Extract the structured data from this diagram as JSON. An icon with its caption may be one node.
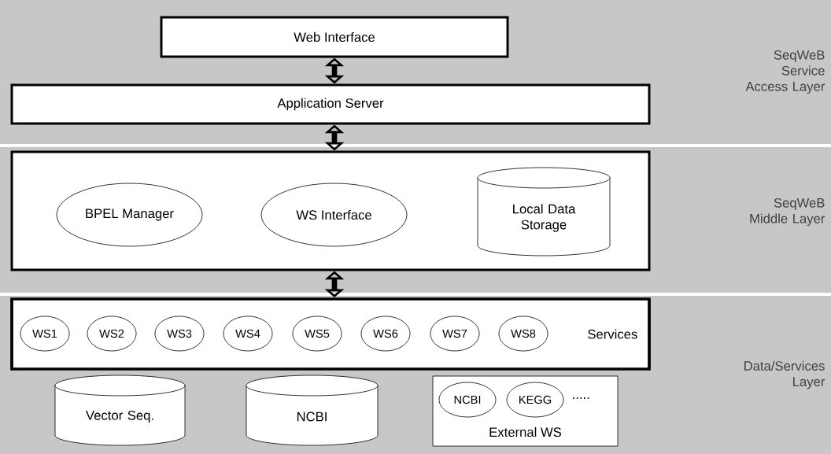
{
  "diagram": {
    "nodes": [
      {
        "text": [
          "SeqWeB Service Access Layer"
        ]
      },
      {
        "text": [
          "Web Interface"
        ],
        "in": 0
      },
      {
        "text": [
          "Application Server"
        ],
        "in": 0
      },
      {
        "text": [
          "SeqWeB Middle Layer"
        ]
      },
      {
        "text": [],
        "shape": "box",
        "in": 3
      },
      {
        "text": [
          "BPEL Manager"
        ],
        "in": 4
      },
      {
        "text": [
          "WS Interface"
        ],
        "in": 4
      },
      {
        "text": [
          "Local Data Storage"
        ],
        "in": 4
      },
      {
        "text": [
          "Data/Services Layer"
        ]
      },
      {
        "text": [
          "Services"
        ],
        "in": 8
      },
      {
        "text": [
          "WS1"
        ],
        "in": 9
      },
      {
        "text": [
          "WS2"
        ],
        "in": 9
      },
      {
        "text": [
          "WS3"
        ],
        "in": 9
      },
      {
        "text": [
          "WS4"
        ],
        "in": 9
      },
      {
        "text": [
          "WS5"
        ],
        "in": 9
      },
      {
        "text": [
          "WS6"
        ],
        "in": 9
      },
      {
        "text": [
          "WS7"
        ],
        "in": 9
      },
      {
        "text": [
          "WS8"
        ],
        "in": 9
      },
      {
        "text": [
          "Vector Seq."
        ],
        "in": 8
      },
      {
        "text": [
          "NCBI"
        ],
        "in": 8
      },
      {
        "text": [
          "External WS"
        ],
        "in": 8
      },
      {
        "text": [
          "NCBI"
        ],
        "in": 20
      },
      {
        "text": [
          "KEGG"
        ],
        "in": 20
      }
    ],
    "edges": [
      {
        "from": 1,
        "to": 2,
        "arrow": "both"
      },
      {
        "from": 2,
        "to": 4,
        "arrow": "both"
      },
      {
        "from": 4,
        "to": 9,
        "arrow": "both"
      }
    ],
    "labels": [
      "....."
    ]
  }
}
